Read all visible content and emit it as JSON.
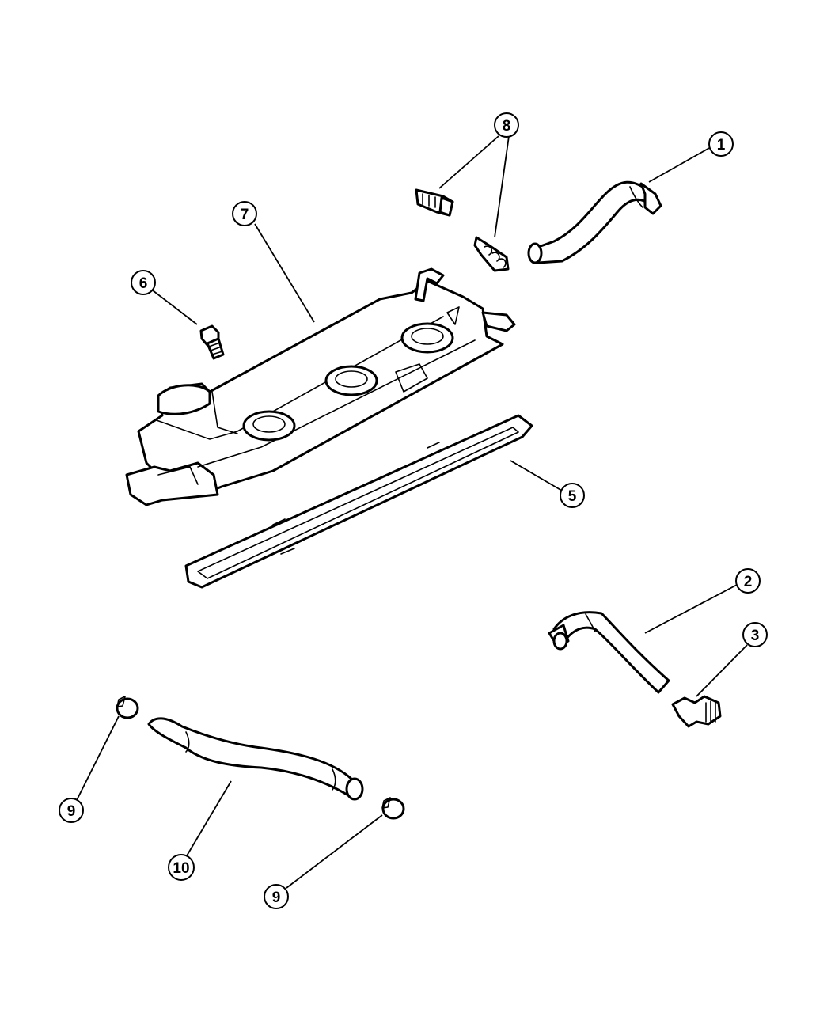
{
  "diagram": {
    "callouts": [
      {
        "id": "c1",
        "label": "1"
      },
      {
        "id": "c2",
        "label": "2"
      },
      {
        "id": "c3",
        "label": "3"
      },
      {
        "id": "c5",
        "label": "5"
      },
      {
        "id": "c6",
        "label": "6"
      },
      {
        "id": "c7",
        "label": "7"
      },
      {
        "id": "c8",
        "label": "8"
      },
      {
        "id": "c9a",
        "label": "9"
      },
      {
        "id": "c9b",
        "label": "9"
      },
      {
        "id": "c10",
        "label": "10"
      }
    ]
  }
}
